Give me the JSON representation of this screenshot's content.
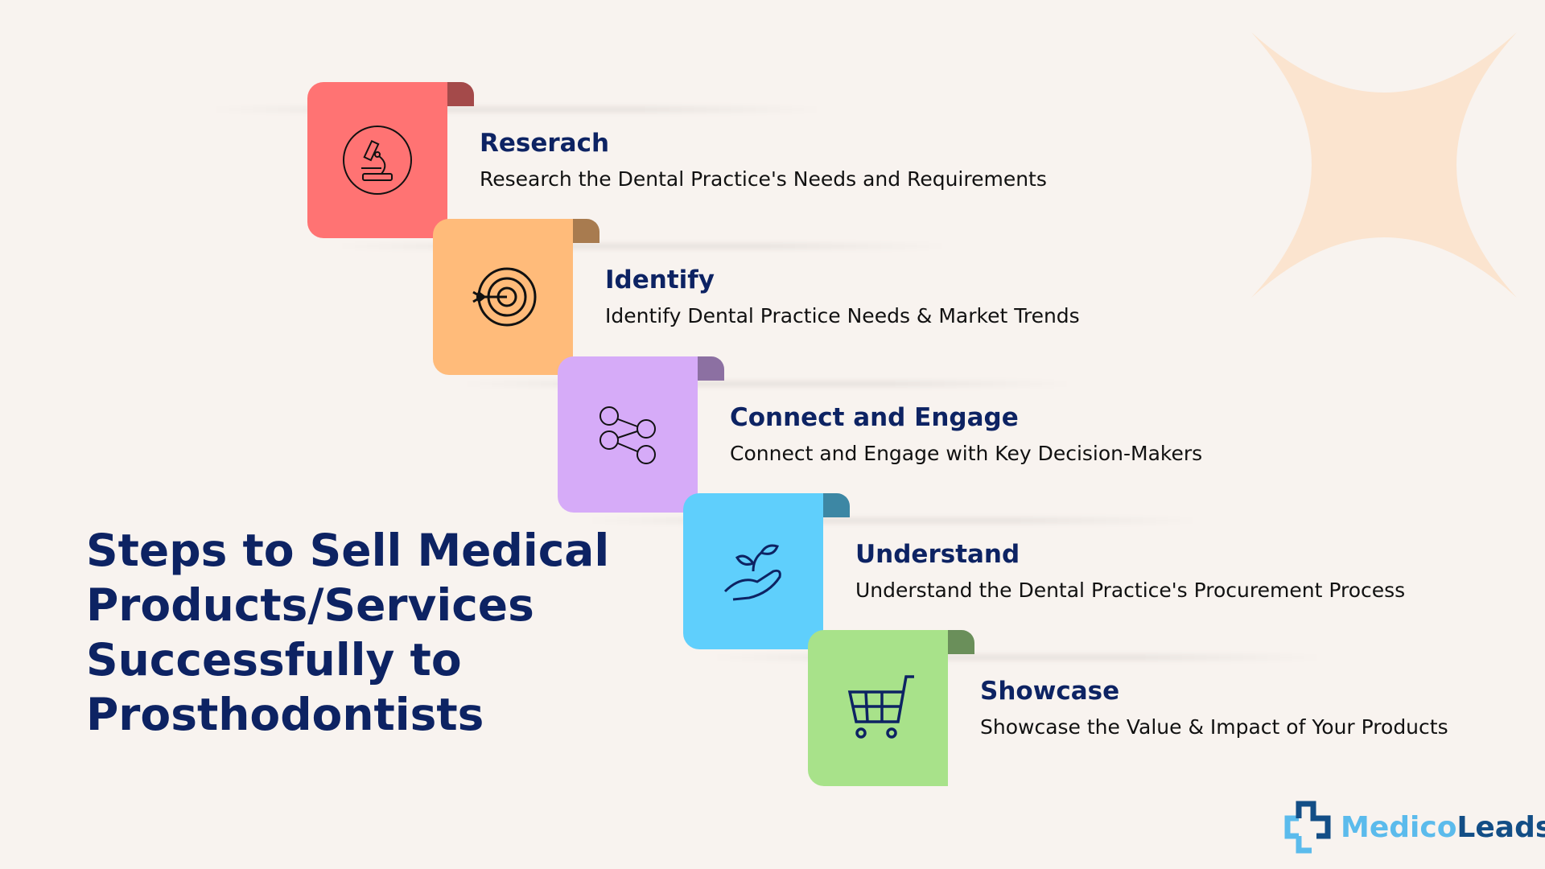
{
  "heading": {
    "lines": [
      "Steps to Sell Medical",
      "Products/Services",
      "Successfully to",
      "Prosthodontists"
    ]
  },
  "steps": [
    {
      "title": "Reserach",
      "desc": "Research the Dental Practice's Needs and Requirements",
      "icon": "microscope-icon",
      "color": "#ff7373",
      "tab": "#a44a4a"
    },
    {
      "title": "Identify",
      "desc": "Identify Dental Practice Needs & Market Trends",
      "icon": "target-icon",
      "color": "#ffbb7a",
      "tab": "#a87b4f"
    },
    {
      "title": "Connect and Engage",
      "desc": "Connect and Engage with Key Decision-Makers",
      "icon": "network-people-icon",
      "color": "#d6abf8",
      "tab": "#8c70a2"
    },
    {
      "title": "Understand",
      "desc": "Understand the Dental Practice's Procurement Process",
      "icon": "hand-plant-icon",
      "color": "#5fcffc",
      "tab": "#3d87a4"
    },
    {
      "title": "Showcase",
      "desc": "Showcase the Value & Impact of Your Products",
      "icon": "cart-icon",
      "color": "#a8e28a",
      "tab": "#6a8f5a"
    }
  ],
  "logo": {
    "part1": "Medico",
    "part2": "Leads",
    "color1": "#5bbbec",
    "color2": "#134e86"
  },
  "accent": "#fde5cf"
}
